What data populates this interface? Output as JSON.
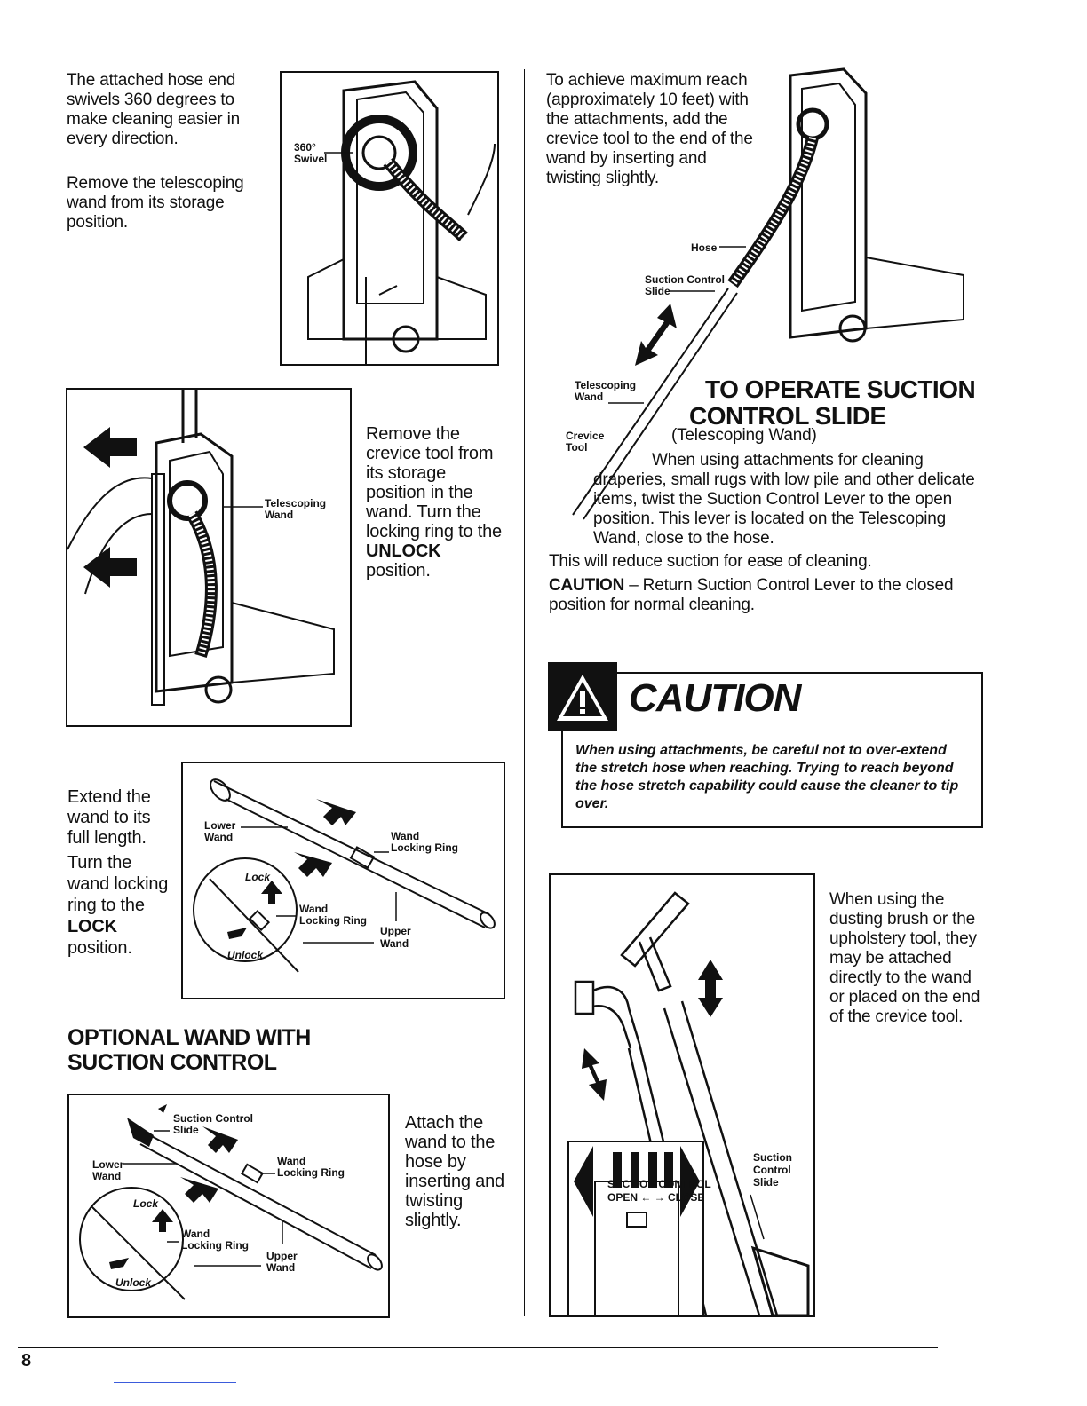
{
  "left": {
    "p1": "The attached hose end swivels 360 degrees to make cleaning easier in every direction.",
    "p2": "Remove the telescoping wand from its storage position.",
    "fig1": {
      "label_360": "360°",
      "label_swivel": "Swivel"
    },
    "fig2": {
      "label_telescoping": "Telescoping",
      "label_wand": "Wand"
    },
    "p3_pre": "Remove the crevice tool from its storage position in the wand. Turn the locking ring to the ",
    "p3_bold": "UNLOCK",
    "p3_post": " position.",
    "p4": "Extend the wand to its full length.",
    "p5_pre": "Turn the wand locking ring to the ",
    "p5_bold": "LOCK",
    "p5_post": " position.",
    "fig3": {
      "lower": "Lower",
      "wand": "Wand",
      "locking_ring": "Locking Ring",
      "lock": "Lock",
      "unlock": "Unlock",
      "upper": "Upper"
    },
    "heading_line1": "OPTIONAL WAND WITH",
    "heading_line2": "SUCTION CONTROL",
    "fig4": {
      "suction_control": "Suction Control",
      "slide": "Slide",
      "lower": "Lower",
      "wand": "Wand",
      "locking_ring": "Locking Ring",
      "lock": "Lock",
      "unlock": "Unlock",
      "upper": "Upper"
    },
    "p6": "Attach the wand to the hose by inserting and twisting slightly."
  },
  "right": {
    "p1": "To achieve maximum reach (approximately 10 feet) with the attachments, add the crevice tool to the end of the wand by inserting and twisting slightly.",
    "fig5": {
      "hose": "Hose",
      "suction_control": "Suction Control",
      "slide": "Slide",
      "telescoping": "Telescoping",
      "wand": "Wand",
      "crevice": "Crevice",
      "tool": "Tool"
    },
    "heading_line1": "TO OPERATE SUCTION",
    "heading_line2": "CONTROL SLIDE",
    "subheading": "(Telescoping Wand)",
    "body1": "When using attachments for cleaning draperies, small rugs with low pile and other delicate items, twist the Suction Control Lever to the open position. This lever is located on the Telescoping Wand, close to the hose.",
    "body2": "This will reduce suction for ease of cleaning.",
    "caution_label": "CAUTION",
    "caution_text": " – Return Suction Control Lever to the closed position for normal cleaning.",
    "caution_box": {
      "title": "CAUTION",
      "text": "When using attachments, be careful not to over-extend the stretch hose when reaching. Trying to reach beyond the hose stretch capability could cause the cleaner to tip over."
    },
    "p2": "When using the dusting brush or the upholstery tool, they may be attached directly to the wand or placed on the end of the crevice tool.",
    "fig6": {
      "suction": "Suction",
      "control": "Control",
      "slide": "Slide",
      "dial_top": "SUCTION CONTROL",
      "dial_bottom": "OPEN ← → CLOSE"
    }
  },
  "footer": {
    "page_number": "8"
  }
}
